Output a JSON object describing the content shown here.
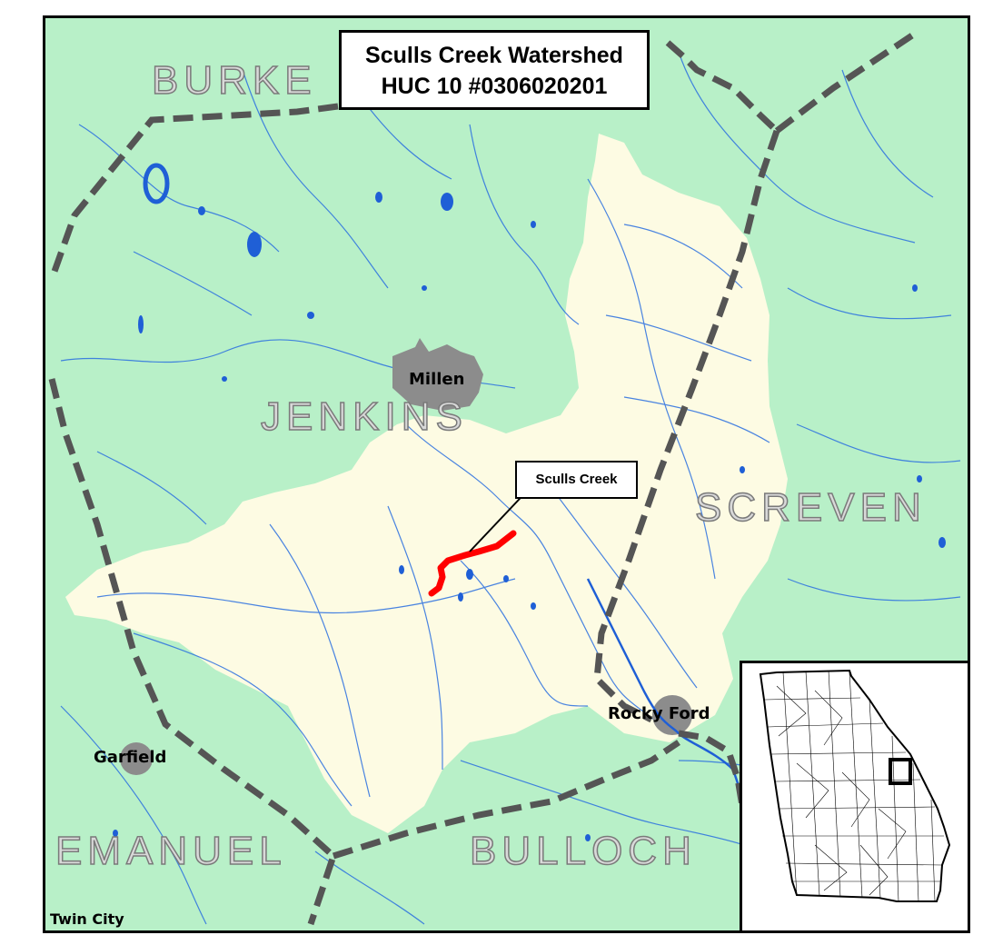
{
  "title": {
    "line1": "Sculls Creek Watershed",
    "line2": "HUC 10 #0306020201"
  },
  "counties": {
    "burke": "BURKE",
    "jenkins": "JENKINS",
    "screven": "SCREVEN",
    "emanuel": "EMANUEL",
    "bulloch": "BULLOCH"
  },
  "places": {
    "millen": "Millen",
    "rocky_ford": "Rocky Ford",
    "garfield": "Garfield",
    "twin_city": "Twin City"
  },
  "callout": {
    "label": "Sculls Creek"
  },
  "colors": {
    "background_land": "#b8f0c8",
    "watershed": "#fdfbe3",
    "water": "#1f5fd6",
    "highlighted_creek": "#ff0000",
    "county_boundary": "#555555",
    "city": "#8c8c8c"
  },
  "icons": {
    "inset": "georgia-locator-icon"
  }
}
